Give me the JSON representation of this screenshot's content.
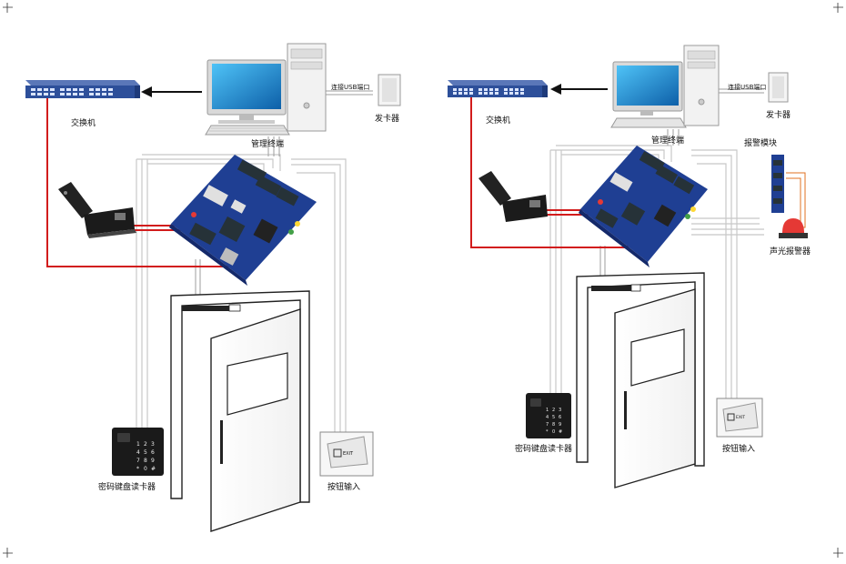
{
  "left": {
    "switch_label": "交换机",
    "terminal_label": "管理终端",
    "usb_label": "连接USB端口",
    "card_issuer_label": "发卡器",
    "keypad_label": "密码键盘读卡器",
    "button_label": "按钮输入"
  },
  "right": {
    "switch_label": "交换机",
    "terminal_label": "管理终端",
    "usb_label": "连接USB端口",
    "card_issuer_label": "发卡器",
    "alarm_module_label": "报警模块",
    "alarm_label": "声光报警器",
    "keypad_label": "密码键盘读卡器",
    "button_label": "按钮输入"
  },
  "button_face_text": "EXIT",
  "keypad_keys": [
    "1",
    "2",
    "3",
    "4",
    "5",
    "6",
    "7",
    "8",
    "9",
    "*",
    "0",
    "#"
  ],
  "colors": {
    "switch_blue": "#2d4f9a",
    "board_blue": "#1f3f93",
    "network_red": "#d21c1c",
    "wire_gray": "#c7c7c7"
  }
}
